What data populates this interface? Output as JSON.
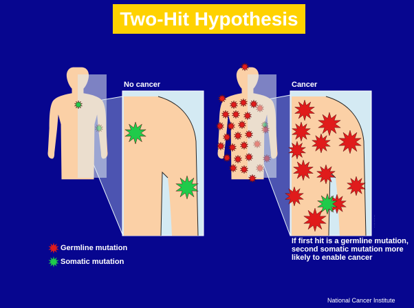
{
  "slide": {
    "title": "Two-Hit Hypothesis",
    "left_panel": {
      "label": "No cancer"
    },
    "right_panel": {
      "label": "Cancer"
    },
    "legend": {
      "germline_label": "Germline mutation",
      "somatic_label": "Somatic mutation"
    },
    "caption": "If first hit is a germline mutation, second somatic mutation more likely to enable cancer",
    "footer": "National Cancer Institute"
  },
  "colors": {
    "background": "#07068f",
    "title_box": "#ffd200",
    "skin": "#fbd0a6",
    "germline": "#e01b1b",
    "somatic": "#1fcb4a",
    "text": "#ffffff"
  },
  "icons": {
    "germline": "red-starburst-icon",
    "somatic": "green-starburst-icon"
  }
}
